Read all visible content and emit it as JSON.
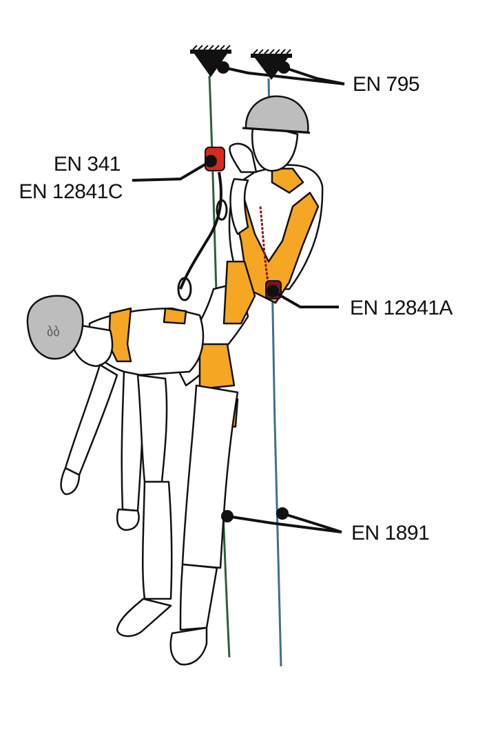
{
  "labels": {
    "anchor": "EN 795",
    "descender_line1": "EN 341",
    "descender_line2": "EN 12841C",
    "backup_device": "EN 12841A",
    "ropes": "EN 1891"
  },
  "colors": {
    "harness_orange": "#f5a623",
    "helmet_gray": "#bdbdbd",
    "rope_green": "#2f5d3a",
    "rope_blue": "#3d6f8e",
    "descender_red": "#d9281c",
    "outline": "#111111"
  }
}
